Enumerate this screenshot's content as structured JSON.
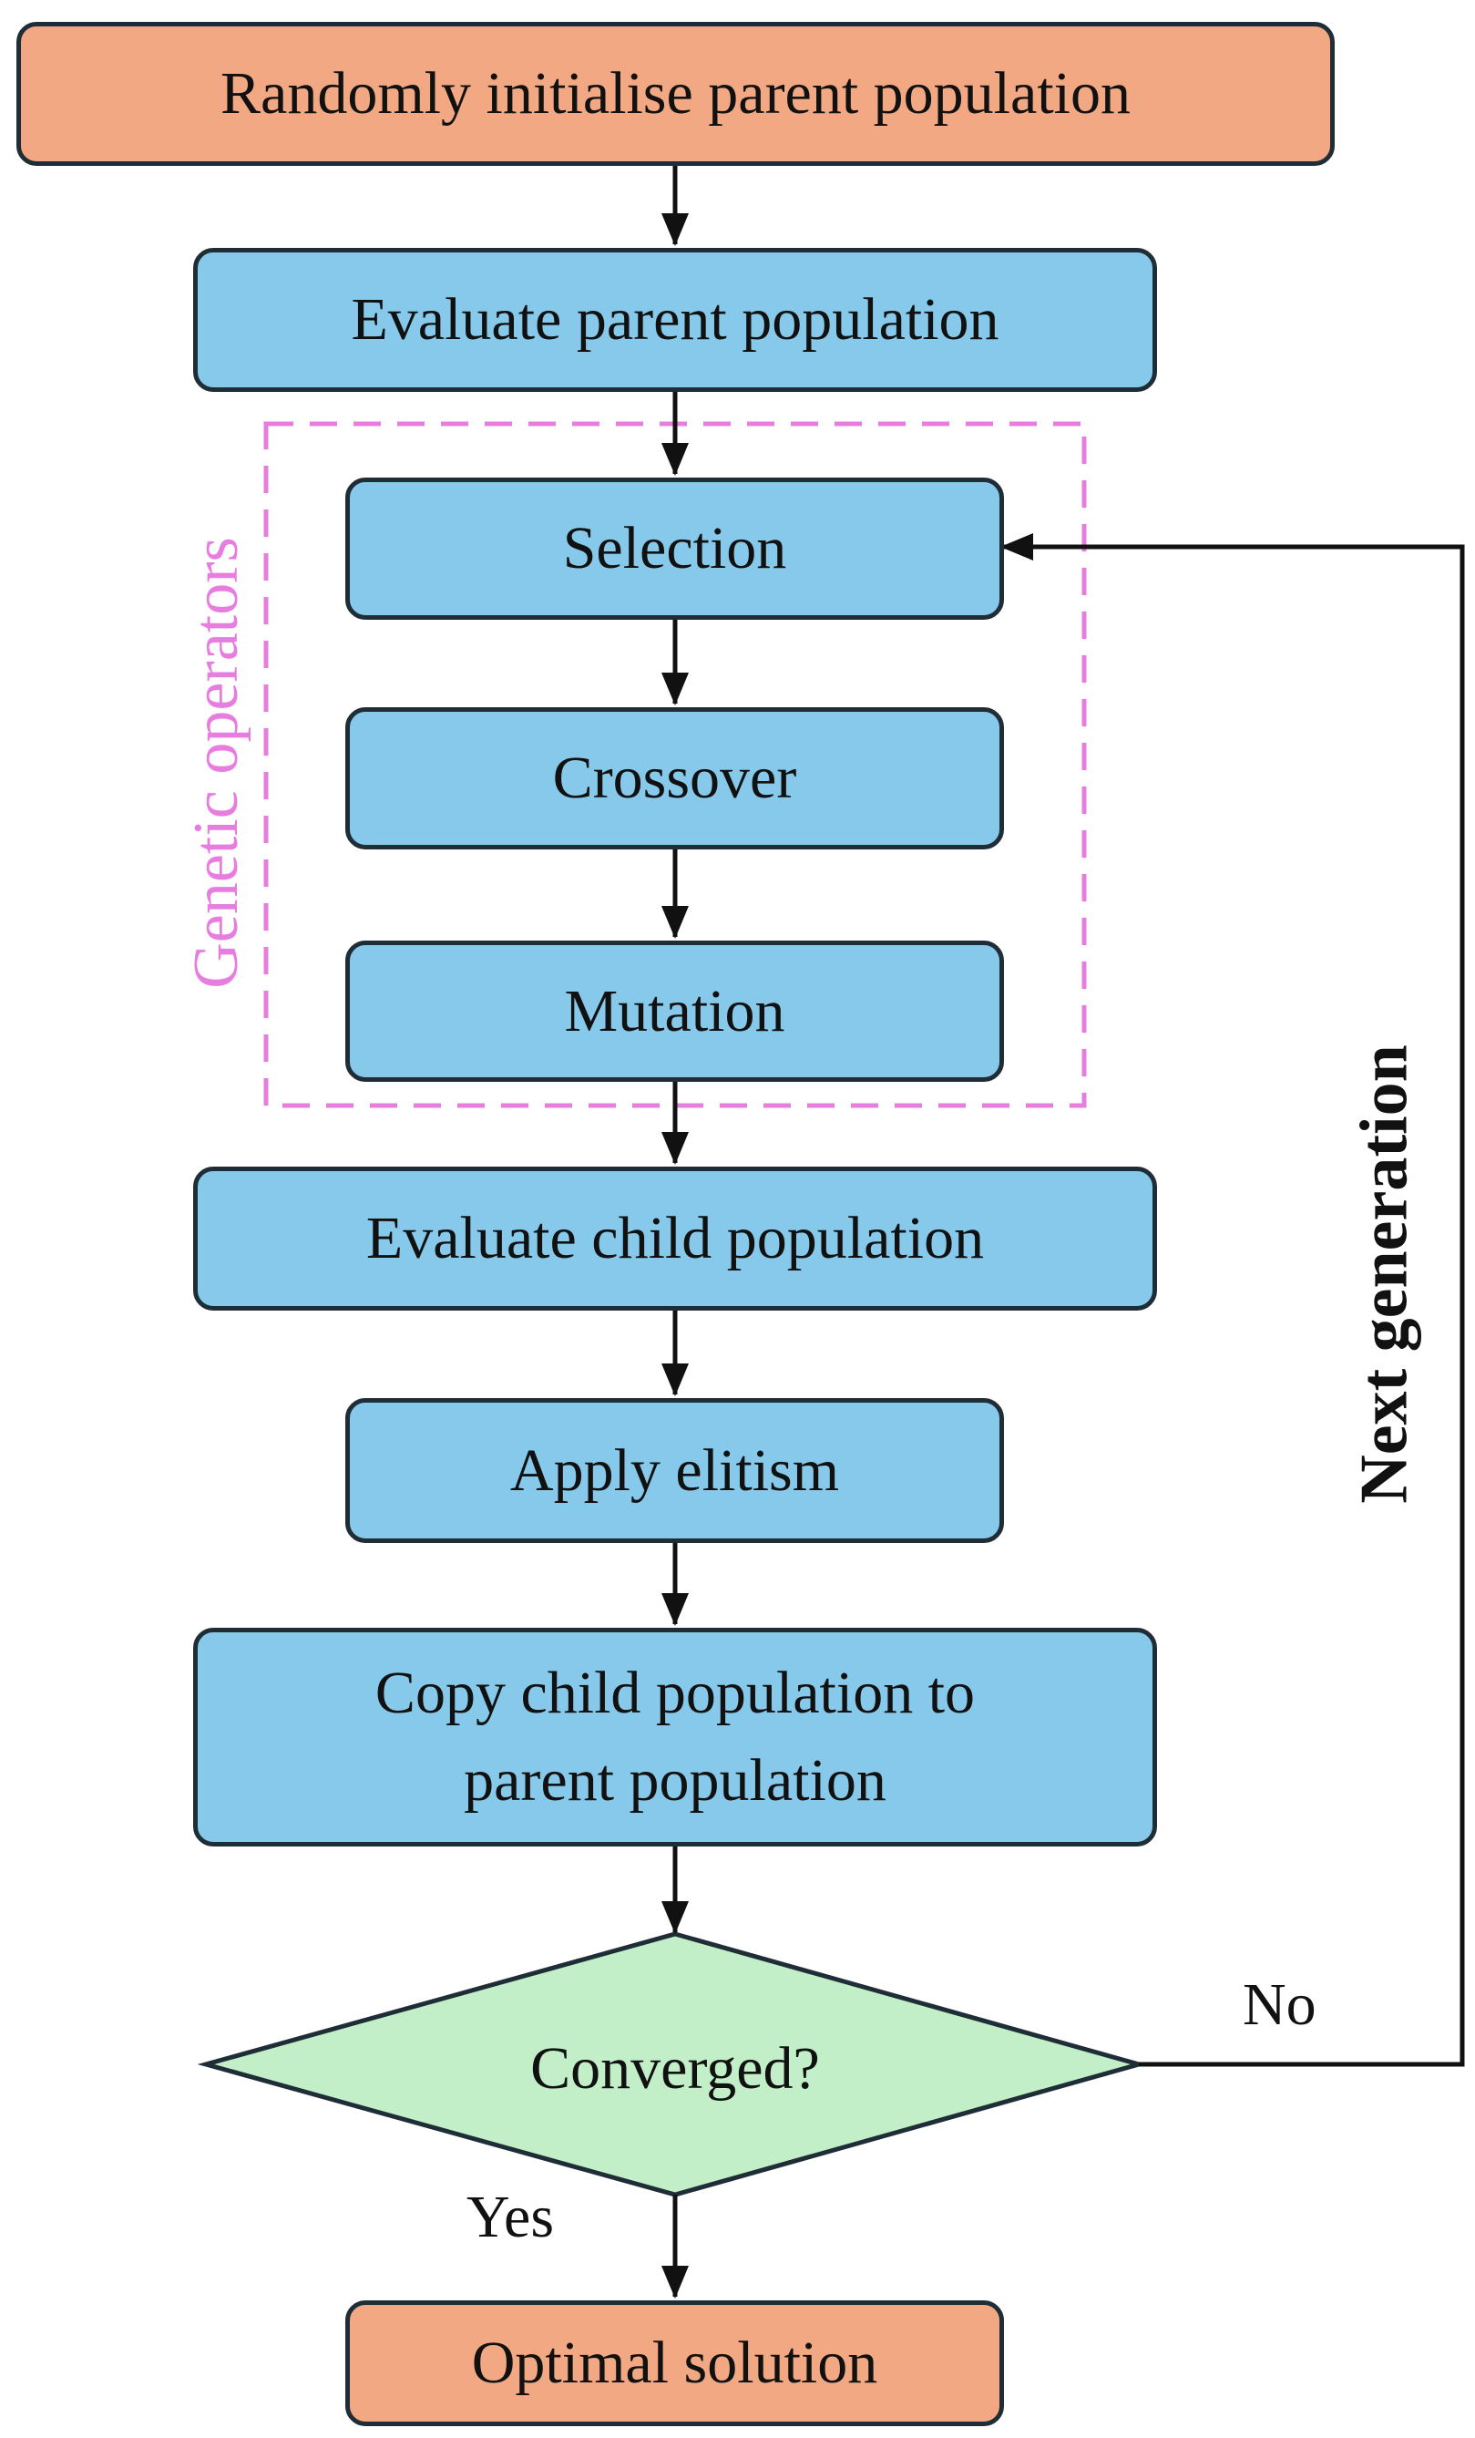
{
  "nodes": {
    "init": "Randomly initialise parent population",
    "evaluate_parent": "Evaluate parent population",
    "selection": "Selection",
    "crossover": "Crossover",
    "mutation": "Mutation",
    "evaluate_child": "Evaluate child population",
    "elitism": "Apply elitism",
    "copy_line1": "Copy child population to",
    "copy_line2": "parent population",
    "decision": "Converged?",
    "optimal": "Optimal solution"
  },
  "group_label": "Genetic operators",
  "loop_label": "Next generation",
  "edge_labels": {
    "yes": "Yes",
    "no": "No"
  },
  "colors": {
    "terminal": "#f1a883",
    "process": "#87c9ea",
    "decision": "#c2efc8",
    "group_border": "#e87de0",
    "stroke": "#1f2d36"
  }
}
